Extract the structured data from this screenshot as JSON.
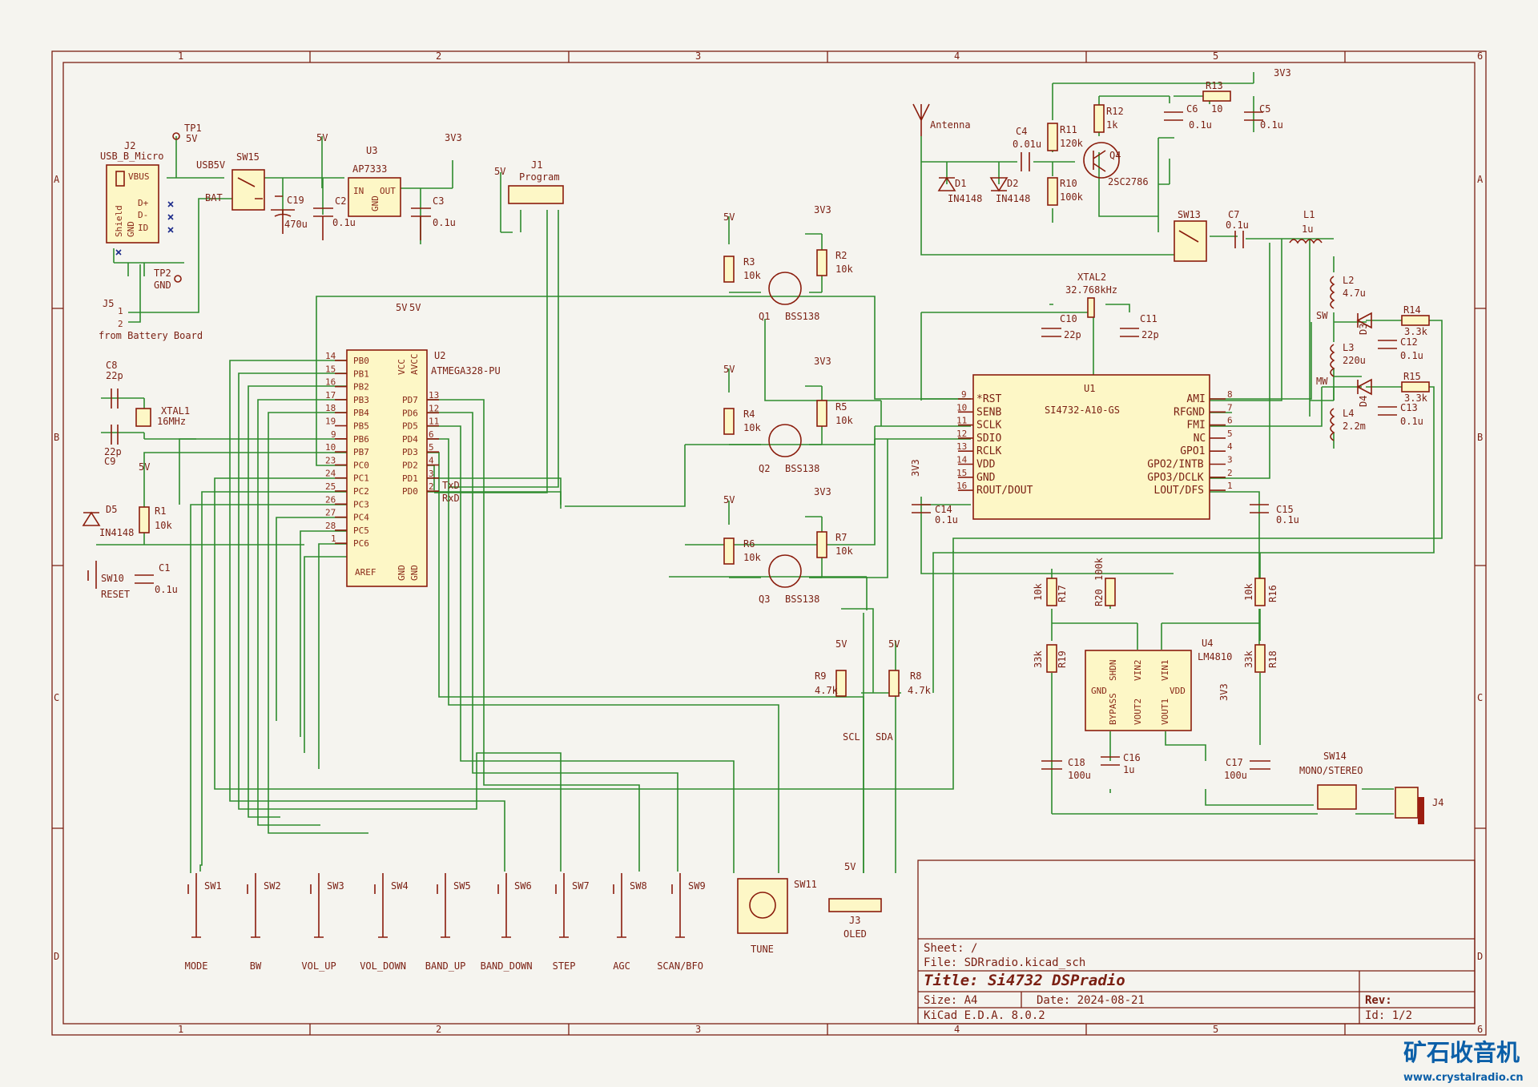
{
  "frame": {
    "cols": [
      "1",
      "2",
      "3",
      "4",
      "5",
      "6"
    ],
    "rows": [
      "A",
      "B",
      "C",
      "D"
    ]
  },
  "title_block": {
    "sheet": "Sheet: /",
    "file": "File: SDRradio.kicad_sch",
    "title": "Title: Si4732 DSPradio",
    "size": "Size: A4",
    "date": "Date: 2024-08-21",
    "rev": "Rev:",
    "tool": "KiCad E.D.A. 8.0.2",
    "id": "Id: 1/2"
  },
  "watermark": {
    "text": "矿石收音机",
    "url": "www.crystalradio.cn"
  },
  "components": {
    "tp1": {
      "ref": "TP1",
      "val": "5V"
    },
    "j2": {
      "ref": "J2",
      "val": "USB_B_Micro",
      "pins": [
        "VBUS",
        "D+",
        "D-",
        "ID",
        "Shield",
        "GND"
      ]
    },
    "sw15": {
      "ref": "SW15",
      "net1": "USB5V",
      "net2": "BAT"
    },
    "c19": {
      "ref": "C19",
      "val": "470u"
    },
    "c2": {
      "ref": "C2",
      "val": "0.1u"
    },
    "u3": {
      "ref": "U3",
      "val": "AP7333",
      "pins": [
        "IN",
        "OUT",
        "GND"
      ]
    },
    "c3": {
      "ref": "C3",
      "val": "0.1u"
    },
    "tp2": {
      "ref": "TP2",
      "val": "GND"
    },
    "j5": {
      "ref": "J5",
      "val": "from Battery Board"
    },
    "j1": {
      "ref": "J1",
      "val": "Program"
    },
    "u2": {
      "ref": "U2",
      "val": "ATMEGA328-PU",
      "left_pins": [
        "PB0",
        "PB1",
        "PB2",
        "PB3",
        "PB4",
        "PB5",
        "PB6",
        "PB7",
        "PC0",
        "PC1",
        "PC2",
        "PC3",
        "PC4",
        "PC5",
        "PC6"
      ],
      "left_nums": [
        "14",
        "15",
        "16",
        "17",
        "18",
        "19",
        "9",
        "10",
        "23",
        "24",
        "25",
        "26",
        "27",
        "28",
        "1"
      ],
      "right_pins": [
        "PD7",
        "PD6",
        "PD5",
        "PD4",
        "PD3",
        "PD2",
        "PD1",
        "PD0"
      ],
      "right_nums": [
        "13",
        "12",
        "11",
        "6",
        "5",
        "4",
        "3",
        "2"
      ],
      "top": [
        "VCC",
        "AVCC"
      ],
      "bottom": [
        "GND",
        "GND"
      ],
      "aref": "AREF"
    },
    "c8": {
      "ref": "C8",
      "val": "22p"
    },
    "c9": {
      "ref": "C9",
      "val": "22p"
    },
    "xtal1": {
      "ref": "XTAL1",
      "val": "16MHz"
    },
    "d5": {
      "ref": "D5",
      "val": "IN4148"
    },
    "r1": {
      "ref": "R1",
      "val": "10k"
    },
    "sw10": {
      "ref": "SW10",
      "val": "RESET"
    },
    "c1": {
      "ref": "C1",
      "val": "0.1u"
    },
    "r3": {
      "ref": "R3",
      "val": "10k"
    },
    "r2": {
      "ref": "R2",
      "val": "10k"
    },
    "q1": {
      "ref": "Q1",
      "val": "BSS138"
    },
    "r4": {
      "ref": "R4",
      "val": "10k"
    },
    "r5": {
      "ref": "R5",
      "val": "10k"
    },
    "q2": {
      "ref": "Q2",
      "val": "BSS138"
    },
    "r6": {
      "ref": "R6",
      "val": "10k"
    },
    "r7": {
      "ref": "R7",
      "val": "10k"
    },
    "q3": {
      "ref": "Q3",
      "val": "BSS138"
    },
    "r9": {
      "ref": "R9",
      "val": "4.7k"
    },
    "r8": {
      "ref": "R8",
      "val": "4.7k"
    },
    "antenna": {
      "val": "Antenna"
    },
    "c4": {
      "ref": "C4",
      "val": "0.01u"
    },
    "d1": {
      "ref": "D1",
      "val": "IN4148"
    },
    "d2": {
      "ref": "D2",
      "val": "IN4148"
    },
    "r11": {
      "ref": "R11",
      "val": "120k"
    },
    "r10": {
      "ref": "R10",
      "val": "100k"
    },
    "r12": {
      "ref": "R12",
      "val": "1k"
    },
    "q4": {
      "ref": "Q4",
      "val": "2SC2786"
    },
    "r13": {
      "ref": "R13",
      "val": "10"
    },
    "c6": {
      "ref": "C6",
      "val": "0.1u"
    },
    "c5": {
      "ref": "C5",
      "val": "0.1u"
    },
    "sw13": {
      "ref": "SW13"
    },
    "c7": {
      "ref": "C7",
      "val": "0.1u"
    },
    "l1": {
      "ref": "L1",
      "val": "1u"
    },
    "l2": {
      "ref": "L2",
      "val": "4.7u"
    },
    "l3": {
      "ref": "L3",
      "val": "220u"
    },
    "l4": {
      "ref": "L4",
      "val": "2.2m"
    },
    "d3": {
      "ref": "D3"
    },
    "d4": {
      "ref": "D4"
    },
    "r14": {
      "ref": "R14",
      "val": "3.3k"
    },
    "r15": {
      "ref": "R15",
      "val": "3.3k"
    },
    "c12": {
      "ref": "C12",
      "val": "0.1u"
    },
    "c13": {
      "ref": "C13",
      "val": "0.1u"
    },
    "xtal2": {
      "ref": "XTAL2",
      "val": "32.768kHz"
    },
    "c10": {
      "ref": "C10",
      "val": "22p"
    },
    "c11": {
      "ref": "C11",
      "val": "22p"
    },
    "u1": {
      "ref": "U1",
      "val": "SI4732-A10-GS",
      "left_pins": [
        "*RST",
        "SENB",
        "SCLK",
        "SDIO",
        "RCLK",
        "VDD",
        "GND",
        "ROUT/DOUT"
      ],
      "left_nums": [
        "9",
        "10",
        "11",
        "12",
        "13",
        "14",
        "15",
        "16"
      ],
      "right_pins": [
        "AMI",
        "RFGND",
        "FMI",
        "NC",
        "GPO1",
        "GPO2/INTB",
        "GPO3/DCLK",
        "LOUT/DFS"
      ],
      "right_nums": [
        "8",
        "7",
        "6",
        "5",
        "4",
        "3",
        "2",
        "1"
      ]
    },
    "c14": {
      "ref": "C14",
      "val": "0.1u"
    },
    "c15": {
      "ref": "C15",
      "val": "0.1u"
    },
    "r17": {
      "ref": "R17",
      "val": "10k"
    },
    "r20": {
      "ref": "R20",
      "val": "100k"
    },
    "r16": {
      "ref": "R16",
      "val": "10k"
    },
    "r19": {
      "ref": "R19",
      "val": "33k"
    },
    "r18": {
      "ref": "R18",
      "val": "33k"
    },
    "u4": {
      "ref": "U4",
      "val": "LM4810",
      "pins": [
        "SHDN",
        "VIN2",
        "VIN1",
        "GND",
        "BYPASS",
        "VOUT2",
        "VOUT1",
        "VDD"
      ]
    },
    "c18": {
      "ref": "C18",
      "val": "100u"
    },
    "c16": {
      "ref": "C16",
      "val": "1u"
    },
    "c17": {
      "ref": "C17",
      "val": "100u"
    },
    "sw14": {
      "ref": "SW14",
      "val": "MONO/STEREO"
    },
    "j4": {
      "ref": "J4"
    },
    "sw11": {
      "ref": "SW11",
      "val": "TUNE"
    },
    "j3": {
      "ref": "J3",
      "val": "OLED"
    },
    "buttons": [
      {
        "ref": "SW1",
        "label": "MODE"
      },
      {
        "ref": "SW2",
        "label": "BW"
      },
      {
        "ref": "SW3",
        "label": "VOL_UP"
      },
      {
        "ref": "SW4",
        "label": "VOL_DOWN"
      },
      {
        "ref": "SW5",
        "label": "BAND_UP"
      },
      {
        "ref": "SW6",
        "label": "BAND_DOWN"
      },
      {
        "ref": "SW7",
        "label": "STEP"
      },
      {
        "ref": "SW8",
        "label": "AGC"
      },
      {
        "ref": "SW9",
        "label": "SCAN/BFO"
      }
    ]
  },
  "power": {
    "v5": "5V",
    "v3": "3V3"
  },
  "nets": {
    "scl": "SCL",
    "sda": "SDA",
    "sw": "SW",
    "mw": "MW",
    "txd": "TxD",
    "rxd": "RxD"
  }
}
